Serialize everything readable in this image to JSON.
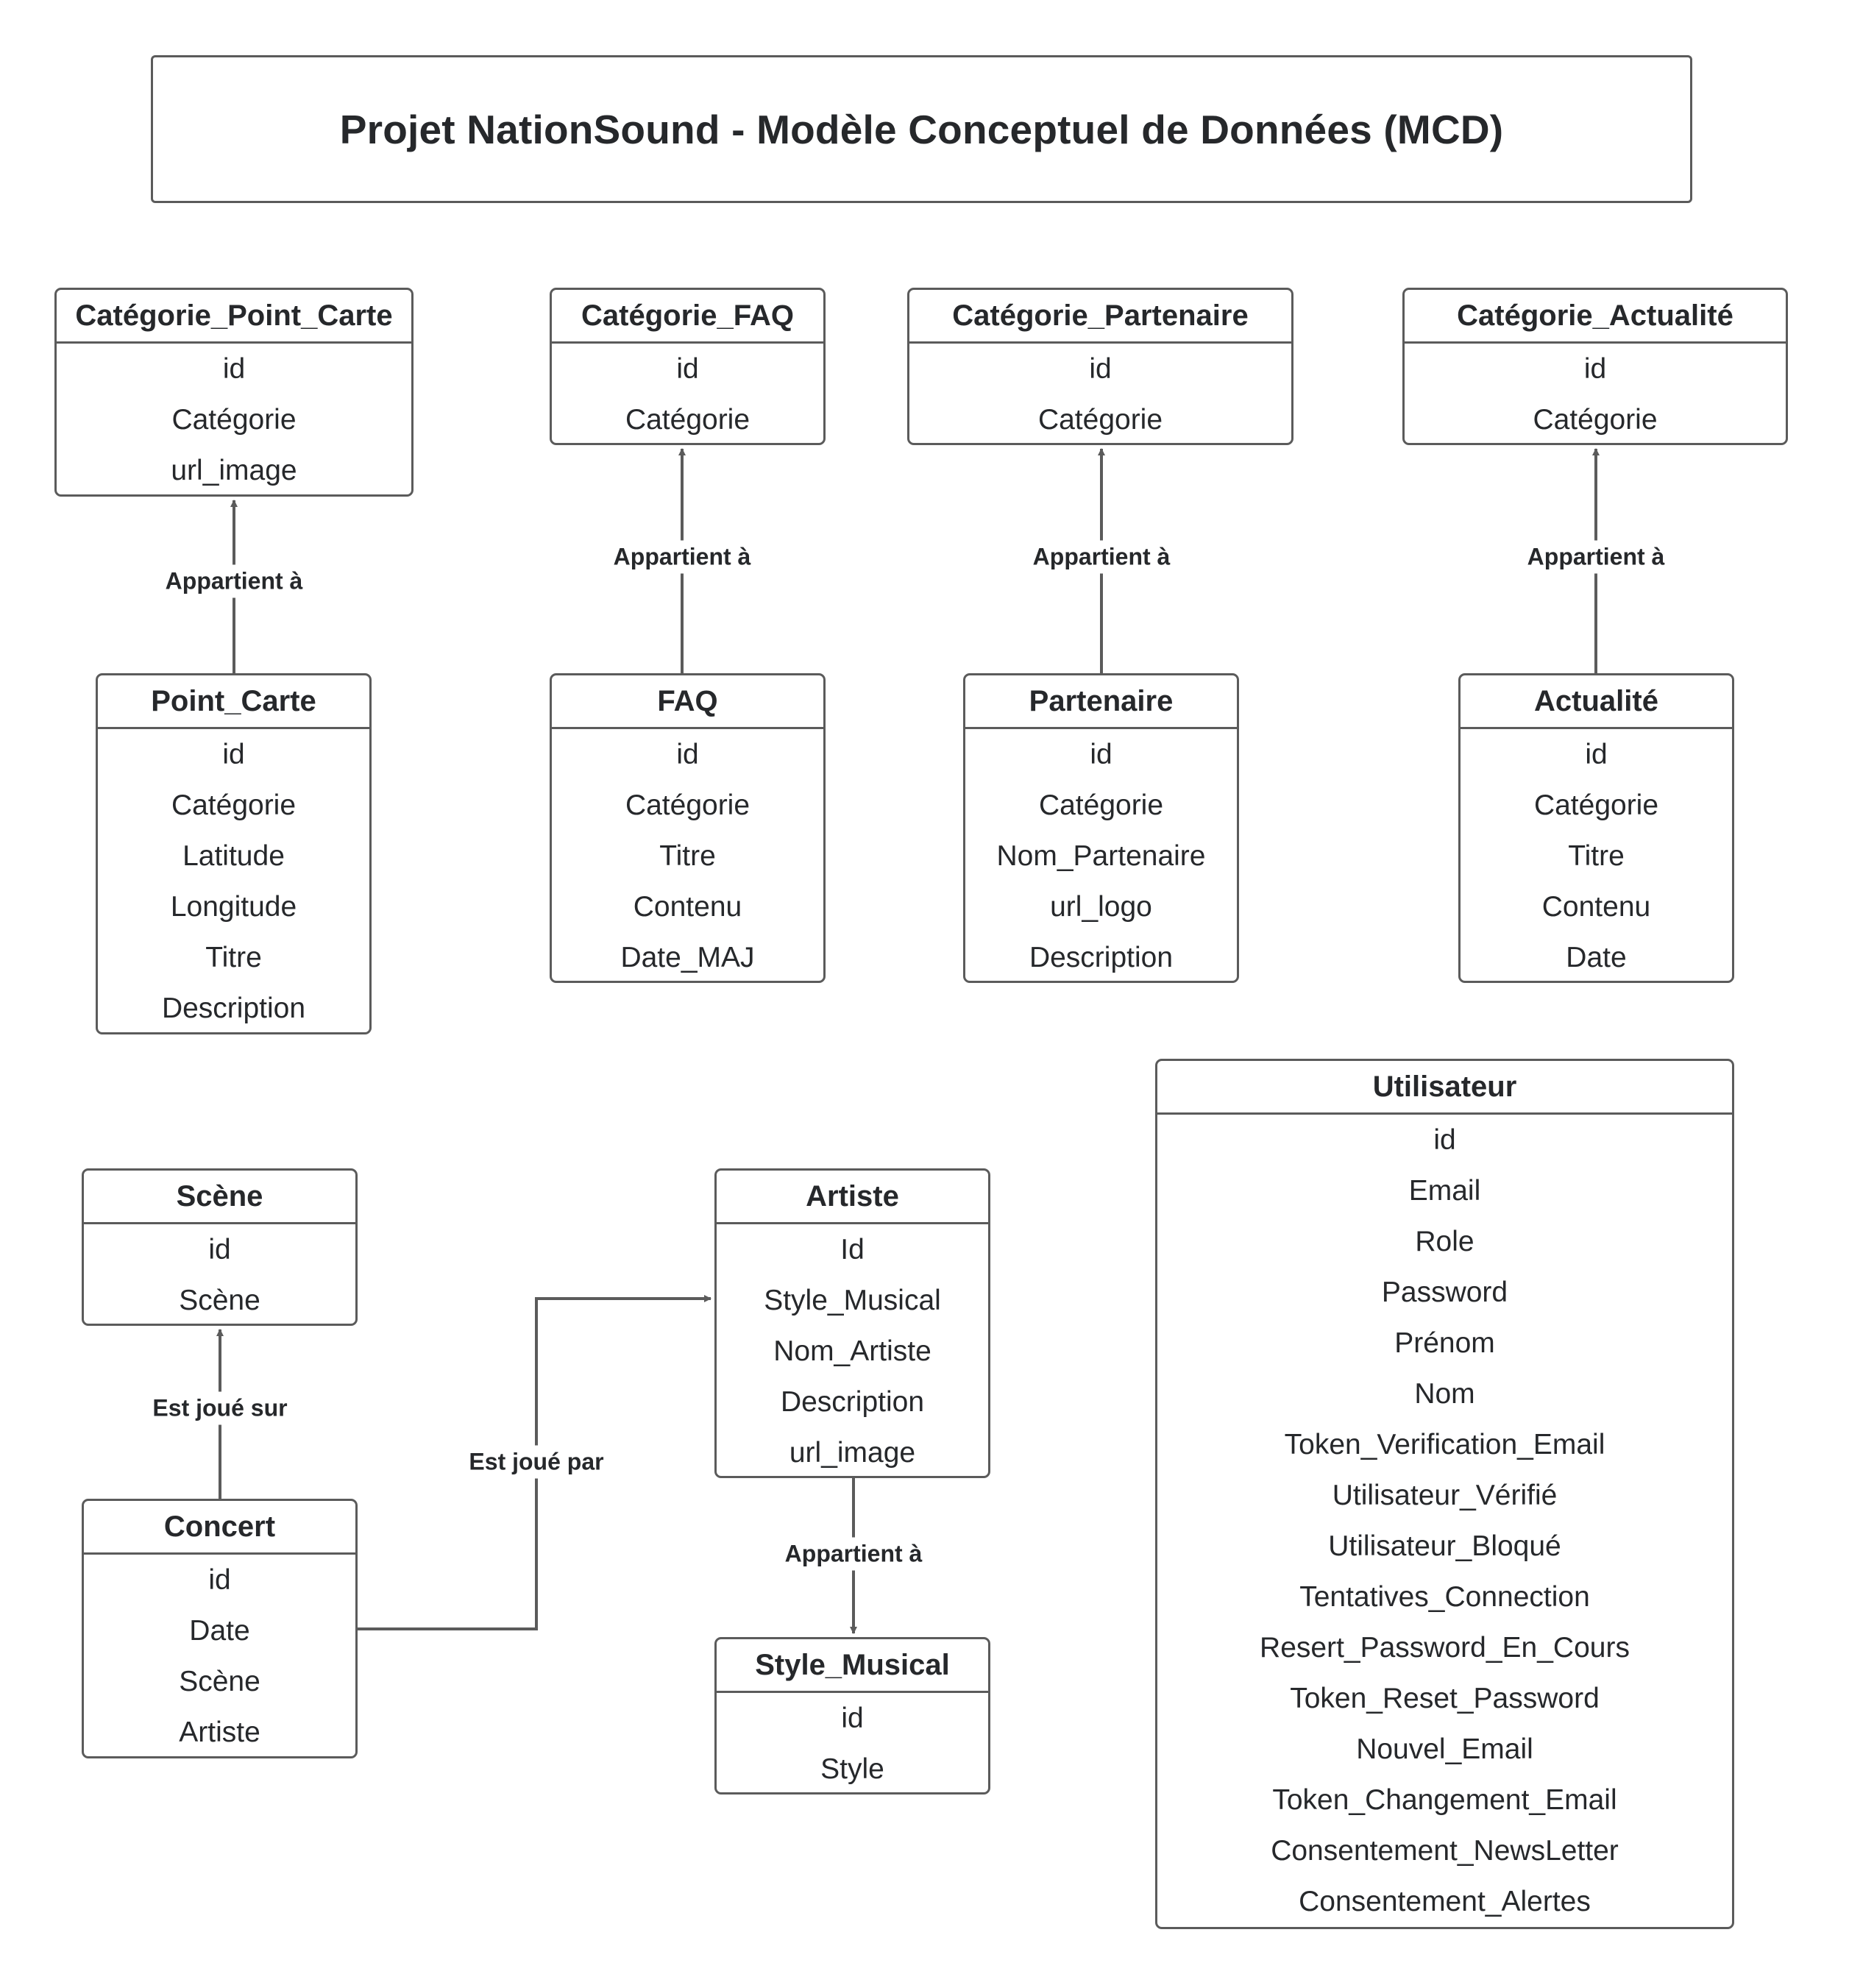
{
  "title": "Projet NationSound - Modèle Conceptuel de Données (MCD)",
  "entities": {
    "categorie_point_carte": {
      "name": "Catégorie_Point_Carte",
      "fields": [
        "id",
        "Catégorie",
        "url_image"
      ]
    },
    "categorie_faq": {
      "name": "Catégorie_FAQ",
      "fields": [
        "id",
        "Catégorie"
      ]
    },
    "categorie_partenaire": {
      "name": "Catégorie_Partenaire",
      "fields": [
        "id",
        "Catégorie"
      ]
    },
    "categorie_actualite": {
      "name": "Catégorie_Actualité",
      "fields": [
        "id",
        "Catégorie"
      ]
    },
    "point_carte": {
      "name": "Point_Carte",
      "fields": [
        "id",
        "Catégorie",
        "Latitude",
        "Longitude",
        "Titre",
        "Description"
      ]
    },
    "faq": {
      "name": "FAQ",
      "fields": [
        "id",
        "Catégorie",
        "Titre",
        "Contenu",
        "Date_MAJ"
      ]
    },
    "partenaire": {
      "name": "Partenaire",
      "fields": [
        "id",
        "Catégorie",
        "Nom_Partenaire",
        "url_logo",
        "Description"
      ]
    },
    "actualite": {
      "name": "Actualité",
      "fields": [
        "id",
        "Catégorie",
        "Titre",
        "Contenu",
        "Date"
      ]
    },
    "scene": {
      "name": "Scène",
      "fields": [
        "id",
        "Scène"
      ]
    },
    "artiste": {
      "name": "Artiste",
      "fields": [
        "Id",
        "Style_Musical",
        "Nom_Artiste",
        "Description",
        "url_image"
      ]
    },
    "concert": {
      "name": "Concert",
      "fields": [
        "id",
        "Date",
        "Scène",
        "Artiste"
      ]
    },
    "style_musical": {
      "name": "Style_Musical",
      "fields": [
        "id",
        "Style"
      ]
    },
    "utilisateur": {
      "name": "Utilisateur",
      "fields": [
        "id",
        "Email",
        "Role",
        "Password",
        "Prénom",
        "Nom",
        "Token_Verification_Email",
        "Utilisateur_Vérifié",
        "Utilisateur_Bloqué",
        "Tentatives_Connection",
        "Resert_Password_En_Cours",
        "Token_Reset_Password",
        "Nouvel_Email",
        "Token_Changement_Email",
        "Consentement_NewsLetter",
        "Consentement_Alertes"
      ]
    }
  },
  "relations": {
    "point_carte_categorie": "Appartient à",
    "faq_categorie": "Appartient à",
    "partenaire_categorie": "Appartient à",
    "actualite_categorie": "Appartient à",
    "concert_scene": "Est joué sur",
    "concert_artiste": "Est joué par",
    "artiste_style": "Appartient à"
  },
  "colors": {
    "line": "#5b5b5b",
    "text": "#26282b",
    "background": "#ffffff"
  }
}
